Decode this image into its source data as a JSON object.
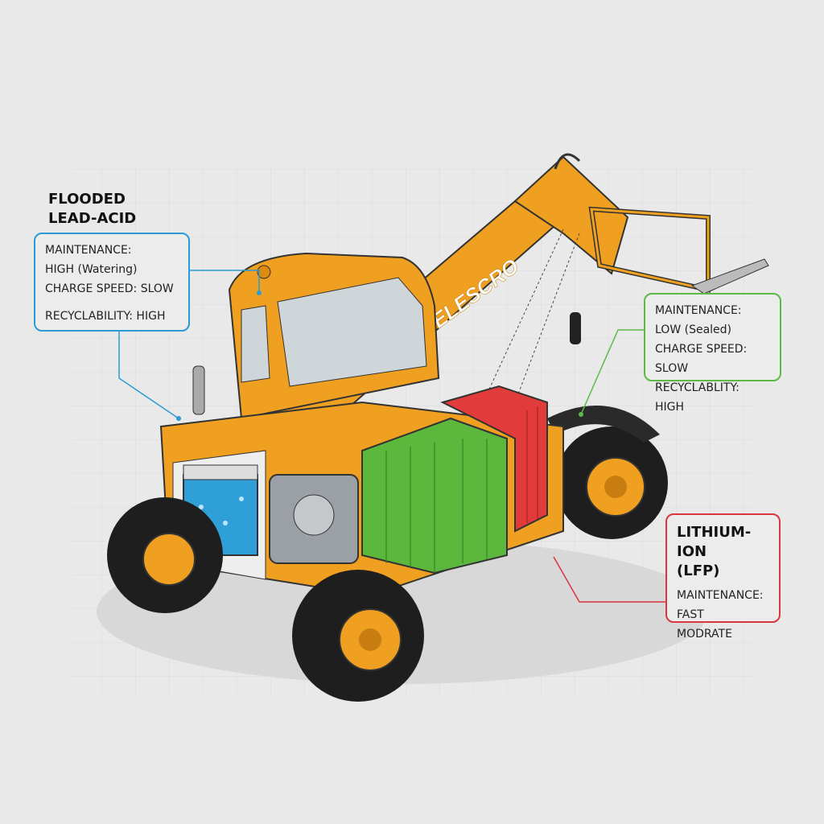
{
  "lead_acid": {
    "title_line1": "FLOODED",
    "title_line2": "LEAD-ACID",
    "maintenance_label": "MAINTENANCE:",
    "maintenance_value": "HIGH (Watering)",
    "charge_speed": "CHARGE SPEED: SLOW",
    "recyclability": "RECYCLABILITY: HIGH",
    "color": "#2a9bd4"
  },
  "sealed": {
    "maintenance_label": "MAINTENANCE:",
    "maintenance_value": "LOW (Sealed)",
    "charge_speed": "CHARGE SPEED: SLOW",
    "recyclability": "RECYCLABLITY: HIGH",
    "color": "#5cba47"
  },
  "lithium": {
    "title_line1": "LITHIUM-ION",
    "title_line2": "(LFP)",
    "maintenance_label": "MAINTENANCE:",
    "line2": "FAST",
    "line3": "MODRATE",
    "color": "#d9363e"
  },
  "machine": {
    "boom_text": "TELESCRO",
    "body_color": "#f0a020"
  }
}
